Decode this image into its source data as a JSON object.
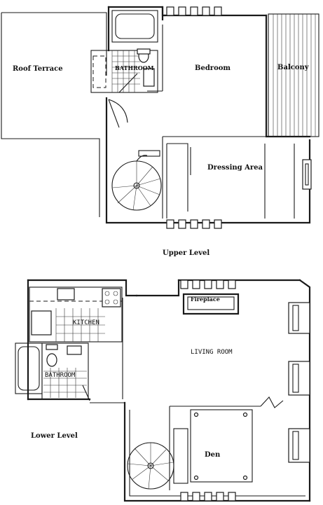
{
  "upper_level": {
    "caption": "Upper Level",
    "rooms": {
      "roof_terrace": "Roof Terrace",
      "bathroom": "BATHROOM",
      "bedroom": "Bedroom",
      "balcony": "Balcony",
      "dressing_area": "Dressing Area"
    }
  },
  "lower_level": {
    "caption": "Lower Level",
    "rooms": {
      "kitchen": "KITCHEN",
      "fireplace": "Fireplace",
      "living_room": "LIVING ROOM",
      "bathroom": "BATHROOM",
      "den": "Den"
    }
  }
}
